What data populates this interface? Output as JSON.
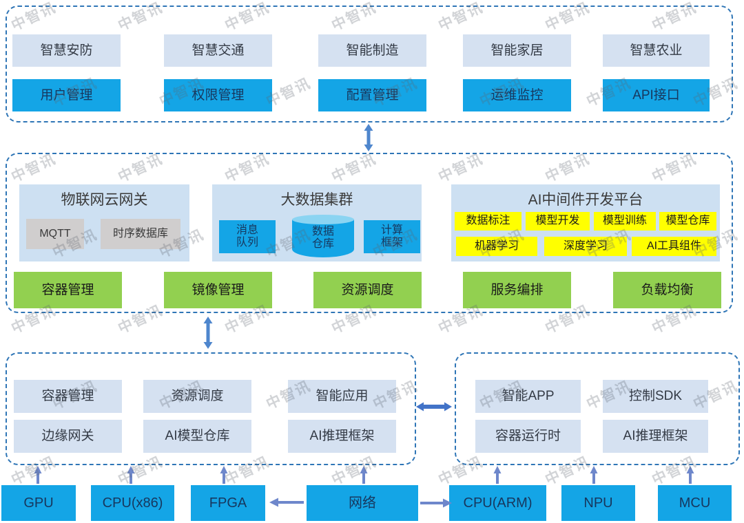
{
  "watermark": {
    "text": "中智讯"
  },
  "colors": {
    "dashed_border": "#2e75b6",
    "box_light": "#d5e1f1",
    "box_cyan": "#14a5e6",
    "box_gray": "#d0cece",
    "box_yellow": "#ffff00",
    "box_green": "#92d050",
    "container_light": "#cde0f2",
    "cylinder_top": "#8bd4f2",
    "arrow_blue": "#4e86cd",
    "arrow_dark_blue": "#4273c8",
    "arrow_slate": "#6e87cb"
  },
  "application_layer": {
    "apps": [
      "智慧安防",
      "智慧交通",
      "智能制造",
      "智能家居",
      "智慧农业"
    ],
    "services": [
      "用户管理",
      "权限管理",
      "配置管理",
      "运维监控",
      "API接口"
    ]
  },
  "platform_layer": {
    "iot_gateway": {
      "title": "物联网云网关",
      "items": [
        "MQTT",
        "时序数据库"
      ]
    },
    "bigdata_cluster": {
      "title": "大数据集群",
      "items": [
        {
          "lines": [
            "消息",
            "队列"
          ]
        },
        {
          "lines": [
            "数据",
            "仓库"
          ]
        },
        {
          "lines": [
            "计算",
            "框架"
          ]
        }
      ]
    },
    "ai_platform": {
      "title": "AI中间件开发平台",
      "row1": [
        "数据标注",
        "模型开发",
        "模型训练",
        "模型仓库"
      ],
      "row2": [
        "机器学习",
        "深度学习",
        "AI工具组件"
      ]
    },
    "services": [
      "容器管理",
      "镜像管理",
      "资源调度",
      "服务编排",
      "负载均衡"
    ]
  },
  "edge_layer_left": {
    "row1": [
      "容器管理",
      "资源调度",
      "智能应用"
    ],
    "row2": [
      "边缘网关",
      "AI模型仓库",
      "AI推理框架"
    ]
  },
  "edge_layer_right": {
    "row1": [
      "智能APP",
      "控制SDK"
    ],
    "row2": [
      "容器运行时",
      "AI推理框架"
    ]
  },
  "hardware_layer": [
    "GPU",
    "CPU(x86)",
    "FPGA",
    "网络",
    "CPU(ARM)",
    "NPU",
    "MCU"
  ]
}
